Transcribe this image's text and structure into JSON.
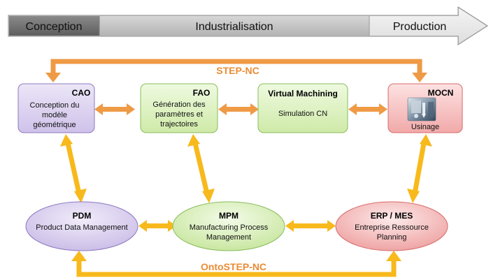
{
  "timeline": {
    "phases": [
      "Conception",
      "Industrialisation",
      "Production"
    ]
  },
  "links": {
    "top_label": "STEP-NC",
    "bottom_label": "OntoSTEP-NC"
  },
  "top_row": [
    {
      "id": "cao",
      "title": "CAO",
      "body": [
        "Conception du",
        "modèle",
        "géométrique"
      ]
    },
    {
      "id": "fao",
      "title": "FAO",
      "body": [
        "Génération des",
        "paramètres et",
        "trajectoires"
      ]
    },
    {
      "id": "vm",
      "title": "Virtual Machining",
      "body": [
        "Simulation CN"
      ]
    },
    {
      "id": "mocn",
      "title": "MOCN",
      "body": [
        "Usinage"
      ]
    }
  ],
  "bottom_row": [
    {
      "id": "pdm",
      "title": "PDM",
      "body": [
        "Product Data Management"
      ]
    },
    {
      "id": "mpm",
      "title": "MPM",
      "body": [
        "Manufacturing Process",
        "Management"
      ]
    },
    {
      "id": "erp",
      "title": "ERP / MES",
      "body": [
        "Entreprise Ressource",
        "Planning"
      ]
    }
  ],
  "colors": {
    "phase_dark": "#6e6e6e",
    "phase_mid": "#c4c4c4",
    "phase_light": "#e8e8e8",
    "arrow_orange": "#ef9a45",
    "arrow_yellow": "#f7b91c",
    "label_orange": "#ea8c35",
    "purple_fill": "#ddd3ef",
    "purple_stroke": "#8c78c0",
    "green_fill": "#dff3c6",
    "green_stroke": "#88bc5b",
    "red_fill": "#f7c8c8",
    "red_stroke": "#d86a6a"
  }
}
